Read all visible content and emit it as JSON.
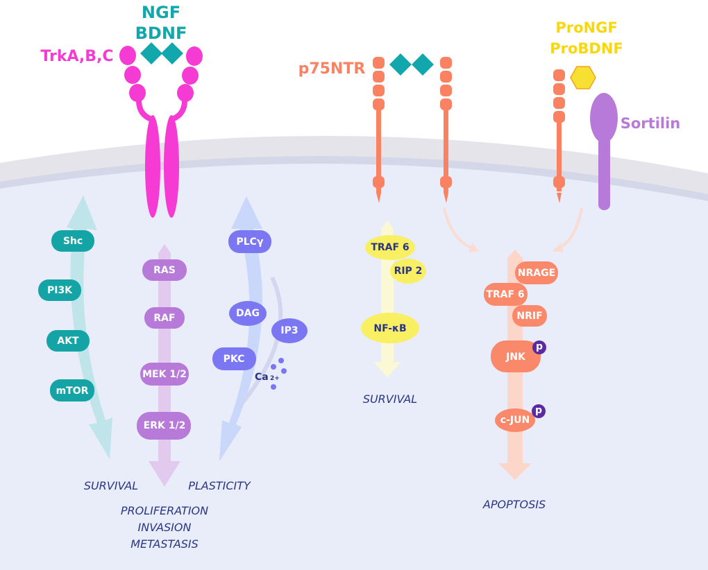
{
  "colors": {
    "trk": "#f53bd3",
    "ligand": "#12a7ad",
    "p75": "#fa8263",
    "pro": "#f8d80c",
    "sortilin": "#b77ad8",
    "akt_path": "#14a4a6",
    "ras_path": "#b77ad9",
    "plc_path": "#7b77f3",
    "nfkb_path": "#f9ef63",
    "jnk_path": "#f9896a",
    "outcome": "#2a3585"
  },
  "ligands": {
    "ngf": "NGF",
    "bdnf": "BDNF",
    "prongf": "ProNGF",
    "probdnf": "ProBDNF"
  },
  "receptors": {
    "trk": "TrkA,B,C",
    "p75": "p75NTR",
    "sortilin": "Sortilin"
  },
  "akt_pathway": [
    "Shc",
    "PI3K",
    "AKT",
    "mTOR"
  ],
  "ras_pathway": [
    "RAS",
    "RAF",
    "MEK 1/2",
    "ERK 1/2"
  ],
  "plc_pathway": {
    "plc": "PLCγ",
    "dag": "DAG",
    "ip3": "IP3",
    "pkc": "PKC",
    "ca": "Ca",
    "ca_charge": "2+"
  },
  "nfkb_pathway": {
    "traf6": "TRAF 6",
    "rip2": "RIP 2",
    "nfkb": "NF-κB"
  },
  "jnk_pathway": {
    "nrage": "NRAGE",
    "traf6": "TRAF 6",
    "nrif": "NRIF",
    "jnk": "JNK",
    "cjun": "c-JUN",
    "phospho": "p"
  },
  "outcomes": {
    "survival_left": "SURVIVAL",
    "plasticity": "PLASTICITY",
    "proliferation": "PROLIFERATION",
    "invasion": "INVASION",
    "metastasis": "METASTASIS",
    "survival_right": "SURVIVAL",
    "apoptosis": "APOPTOSIS"
  }
}
